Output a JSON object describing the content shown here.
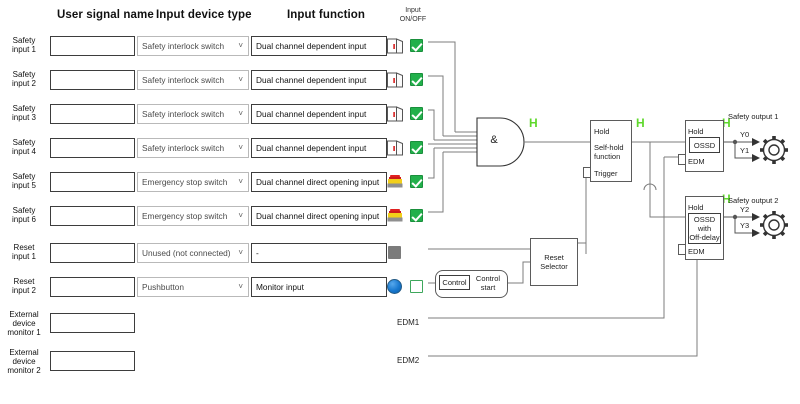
{
  "headers": {
    "user_signal_name": "User signal name",
    "input_device_type": "Input device type",
    "input_function": "Input function",
    "input_onoff_line1": "Input",
    "input_onoff_line2": "ON/OFF"
  },
  "rows": [
    {
      "label_l1": "Safety",
      "label_l2": "input 1",
      "signal_name": "",
      "device_type": "Safety interlock switch",
      "function": "Dual channel dependent input",
      "icon": "door-switch-icon",
      "state": "on"
    },
    {
      "label_l1": "Safety",
      "label_l2": "input 2",
      "signal_name": "",
      "device_type": "Safety interlock switch",
      "function": "Dual channel dependent input",
      "icon": "door-switch-icon",
      "state": "on"
    },
    {
      "label_l1": "Safety",
      "label_l2": "input 3",
      "signal_name": "",
      "device_type": "Safety interlock switch",
      "function": "Dual channel dependent input",
      "icon": "door-switch-icon",
      "state": "on"
    },
    {
      "label_l1": "Safety",
      "label_l2": "input 4",
      "signal_name": "",
      "device_type": "Safety interlock switch",
      "function": "Dual channel dependent input",
      "icon": "door-switch-icon",
      "state": "on"
    },
    {
      "label_l1": "Safety",
      "label_l2": "input 5",
      "signal_name": "",
      "device_type": "Emergency stop switch",
      "function": "Dual channel direct opening input",
      "icon": "emergency-stop-icon",
      "state": "on"
    },
    {
      "label_l1": "Safety",
      "label_l2": "input 6",
      "signal_name": "",
      "device_type": "Emergency stop switch",
      "function": "Dual channel direct opening input",
      "icon": "emergency-stop-icon",
      "state": "on"
    },
    {
      "label_l1": "Reset",
      "label_l2": "input 1",
      "signal_name": "",
      "device_type": "Unused (not connected)",
      "function": "-",
      "icon": "unused-gray-icon",
      "state": "none"
    },
    {
      "label_l1": "Reset",
      "label_l2": "input 2",
      "signal_name": "",
      "device_type": "Pushbutton",
      "function": "Monitor input",
      "icon": "pushbutton-icon",
      "state": "off"
    }
  ],
  "edm_rows": [
    {
      "label_l1": "External",
      "label_l2": "device",
      "label_l3": "monitor 1",
      "signal_name": "",
      "terminal": "EDM1"
    },
    {
      "label_l1": "External",
      "label_l2": "device",
      "label_l3": "monitor 2",
      "signal_name": "",
      "terminal": "EDM2"
    }
  ],
  "diagram": {
    "and_gate_symbol": "&",
    "h_markers": [
      "H",
      "H",
      "H",
      "H"
    ],
    "selfhold": {
      "hold": "Hold",
      "title_l1": "Self-hold",
      "title_l2": "function",
      "trigger": "Trigger"
    },
    "reset_selector": {
      "l1": "Reset",
      "l2": "Selector"
    },
    "control": {
      "box": "Control",
      "label_l1": "Control",
      "label_l2": "start"
    },
    "output1": {
      "title": "Safety output 1",
      "hold": "Hold",
      "ossd": "OSSD",
      "edm": "EDM",
      "t0": "Y0",
      "t1": "Y1"
    },
    "output2": {
      "title": "Safety output 2",
      "hold": "Hold",
      "ossd_l1": "OSSD",
      "ossd_l2": "with",
      "ossd_l3": "Off-delay",
      "edm": "EDM",
      "t0": "Y2",
      "t1": "Y3"
    }
  },
  "colors": {
    "accent_green": "#5fd82c",
    "check_green": "#22b04b",
    "wire_gray": "#7c7c7c",
    "blue_button": "#1878cf"
  }
}
